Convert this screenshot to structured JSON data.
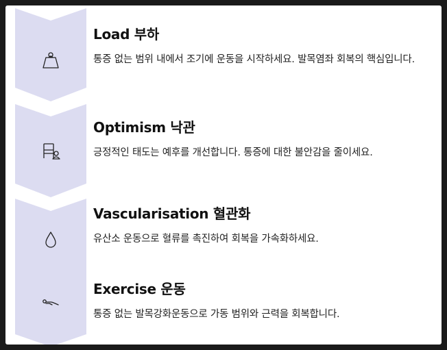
{
  "colors": {
    "chevron_fill": "#dcdcf1",
    "icon_stroke": "#222222",
    "background": "#ffffff"
  },
  "steps": [
    {
      "title": "Load 부하",
      "description": "통증 없는 범위 내에서 조기에 운동을 시작하세요. 발목염좌 회복의 핵심입니다.",
      "icon": "weight-icon"
    },
    {
      "title": "Optimism 낙관",
      "description": "긍정적인 태도는 예후를 개선합니다. 통증에 대한 불안감을 줄이세요.",
      "icon": "person-chair-icon"
    },
    {
      "title": "Vascularisation 혈관화",
      "description": "유산소 운동으로 혈류를 촉진하여 회복을 가속화하세요.",
      "icon": "droplet-icon"
    },
    {
      "title": "Exercise 운동",
      "description": "통증 없는 발목강화운동으로 가동 범위와 근력을 회복합니다.",
      "icon": "exercise-icon"
    }
  ]
}
